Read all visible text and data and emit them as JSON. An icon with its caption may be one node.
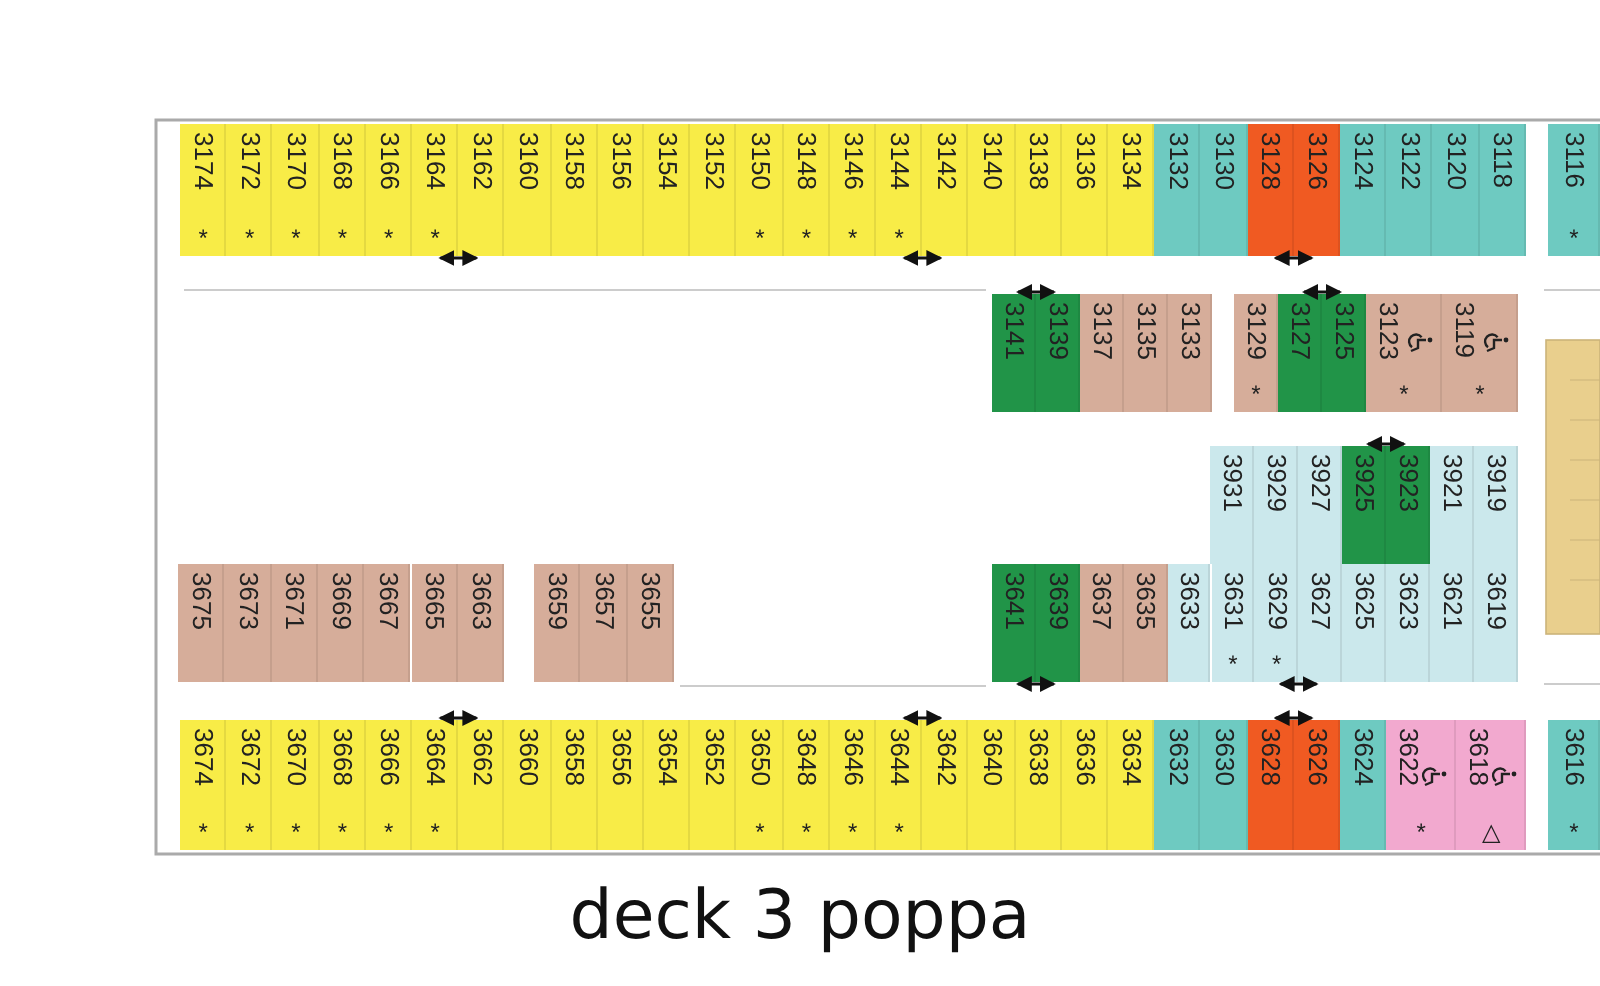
{
  "diagram": {
    "title": "deck 3 poppa",
    "nodes": [
      {
        "text": [
          "3174",
          "*"
        ]
      },
      {
        "text": [
          "3172",
          "*"
        ]
      },
      {
        "text": [
          "3170",
          "*"
        ]
      },
      {
        "text": [
          "3168",
          "*"
        ]
      },
      {
        "text": [
          "3166",
          "*"
        ]
      },
      {
        "text": [
          "3164",
          "*"
        ]
      },
      {
        "text": [
          "3162"
        ]
      },
      {
        "text": [
          "3160"
        ]
      },
      {
        "text": [
          "3158"
        ]
      },
      {
        "text": [
          "3156"
        ]
      },
      {
        "text": [
          "3154"
        ]
      },
      {
        "text": [
          "3152"
        ]
      },
      {
        "text": [
          "3150",
          "*"
        ]
      },
      {
        "text": [
          "3148",
          "*"
        ]
      },
      {
        "text": [
          "3146",
          "*"
        ]
      },
      {
        "text": [
          "3144",
          "*"
        ]
      },
      {
        "text": [
          "3142"
        ]
      },
      {
        "text": [
          "3140"
        ]
      },
      {
        "text": [
          "3138"
        ]
      },
      {
        "text": [
          "3136"
        ]
      },
      {
        "text": [
          "3134"
        ]
      },
      {
        "text": [
          "3132"
        ]
      },
      {
        "text": [
          "3130"
        ]
      },
      {
        "text": [
          "3128"
        ]
      },
      {
        "text": [
          "3126"
        ]
      },
      {
        "text": [
          "3124"
        ]
      },
      {
        "text": [
          "3122"
        ]
      },
      {
        "text": [
          "3120"
        ]
      },
      {
        "text": [
          "3118"
        ]
      },
      {
        "text": [
          "3116",
          "*"
        ]
      },
      {
        "text": [
          "3141"
        ]
      },
      {
        "text": [
          "3139"
        ]
      },
      {
        "text": [
          "3137"
        ]
      },
      {
        "text": [
          "3135"
        ]
      },
      {
        "text": [
          "3133"
        ]
      },
      {
        "text": [
          "3129",
          "*"
        ]
      },
      {
        "text": [
          "3127"
        ]
      },
      {
        "text": [
          "3125"
        ]
      },
      {
        "text": [
          "3123",
          "*"
        ]
      },
      {
        "text": [
          "3119",
          "*"
        ]
      },
      {
        "text": [
          "3931"
        ]
      },
      {
        "text": [
          "3929"
        ]
      },
      {
        "text": [
          "3927"
        ]
      },
      {
        "text": [
          "3925"
        ]
      },
      {
        "text": [
          "3923"
        ]
      },
      {
        "text": [
          "3921"
        ]
      },
      {
        "text": [
          "3919"
        ]
      },
      {
        "text": [
          "3675"
        ]
      },
      {
        "text": [
          "3673"
        ]
      },
      {
        "text": [
          "3671"
        ]
      },
      {
        "text": [
          "3669"
        ]
      },
      {
        "text": [
          "3667"
        ]
      },
      {
        "text": [
          "3665"
        ]
      },
      {
        "text": [
          "3663"
        ]
      },
      {
        "text": [
          "3659"
        ]
      },
      {
        "text": [
          "3657"
        ]
      },
      {
        "text": [
          "3655"
        ]
      },
      {
        "text": [
          "3641"
        ]
      },
      {
        "text": [
          "3639"
        ]
      },
      {
        "text": [
          "3637"
        ]
      },
      {
        "text": [
          "3635"
        ]
      },
      {
        "text": [
          "3633"
        ]
      },
      {
        "text": [
          "3631",
          "*"
        ]
      },
      {
        "text": [
          "3629",
          "*"
        ]
      },
      {
        "text": [
          "3627"
        ]
      },
      {
        "text": [
          "3625"
        ]
      },
      {
        "text": [
          "3623"
        ]
      },
      {
        "text": [
          "3621"
        ]
      },
      {
        "text": [
          "3619"
        ]
      },
      {
        "text": [
          "3674",
          "*"
        ]
      },
      {
        "text": [
          "3672",
          "*"
        ]
      },
      {
        "text": [
          "3670",
          "*"
        ]
      },
      {
        "text": [
          "3668",
          "*"
        ]
      },
      {
        "text": [
          "3666",
          "*"
        ]
      },
      {
        "text": [
          "3664",
          "*"
        ]
      },
      {
        "text": [
          "3662"
        ]
      },
      {
        "text": [
          "3660"
        ]
      },
      {
        "text": [
          "3658"
        ]
      },
      {
        "text": [
          "3656"
        ]
      },
      {
        "text": [
          "3654"
        ]
      },
      {
        "text": [
          "3652"
        ]
      },
      {
        "text": [
          "3650",
          "*"
        ]
      },
      {
        "text": [
          "3648",
          "*"
        ]
      },
      {
        "text": [
          "3646",
          "*"
        ]
      },
      {
        "text": [
          "3644",
          "*"
        ]
      },
      {
        "text": [
          "3642"
        ]
      },
      {
        "text": [
          "3640"
        ]
      },
      {
        "text": [
          "3638"
        ]
      },
      {
        "text": [
          "3636"
        ]
      },
      {
        "text": [
          "3634"
        ]
      },
      {
        "text": [
          "3632"
        ]
      },
      {
        "text": [
          "3630"
        ]
      },
      {
        "text": [
          "3628"
        ]
      },
      {
        "text": [
          "3626"
        ]
      },
      {
        "text": [
          "3624"
        ]
      },
      {
        "text": [
          "3622",
          "*"
        ]
      },
      {
        "text": [
          "3618",
          "△"
        ]
      },
      {
        "text": [
          "3616",
          "*"
        ]
      }
    ],
    "edges": [
      {
        "from": 5,
        "to": 6,
        "arrow": "both"
      },
      {
        "from": 15,
        "to": 16,
        "arrow": "both"
      },
      {
        "from": 23,
        "to": 24,
        "arrow": "both"
      },
      {
        "from": 30,
        "to": 31,
        "arrow": "both"
      },
      {
        "from": 36,
        "to": 37,
        "arrow": "both"
      },
      {
        "from": 43,
        "to": 44,
        "arrow": "both"
      },
      {
        "from": 57,
        "to": 58,
        "arrow": "both"
      },
      {
        "from": 63,
        "to": 64,
        "arrow": "both"
      },
      {
        "from": 74,
        "to": 75,
        "arrow": "both"
      },
      {
        "from": 84,
        "to": 85,
        "arrow": "both"
      },
      {
        "from": 92,
        "to": 93,
        "arrow": "both"
      }
    ]
  }
}
